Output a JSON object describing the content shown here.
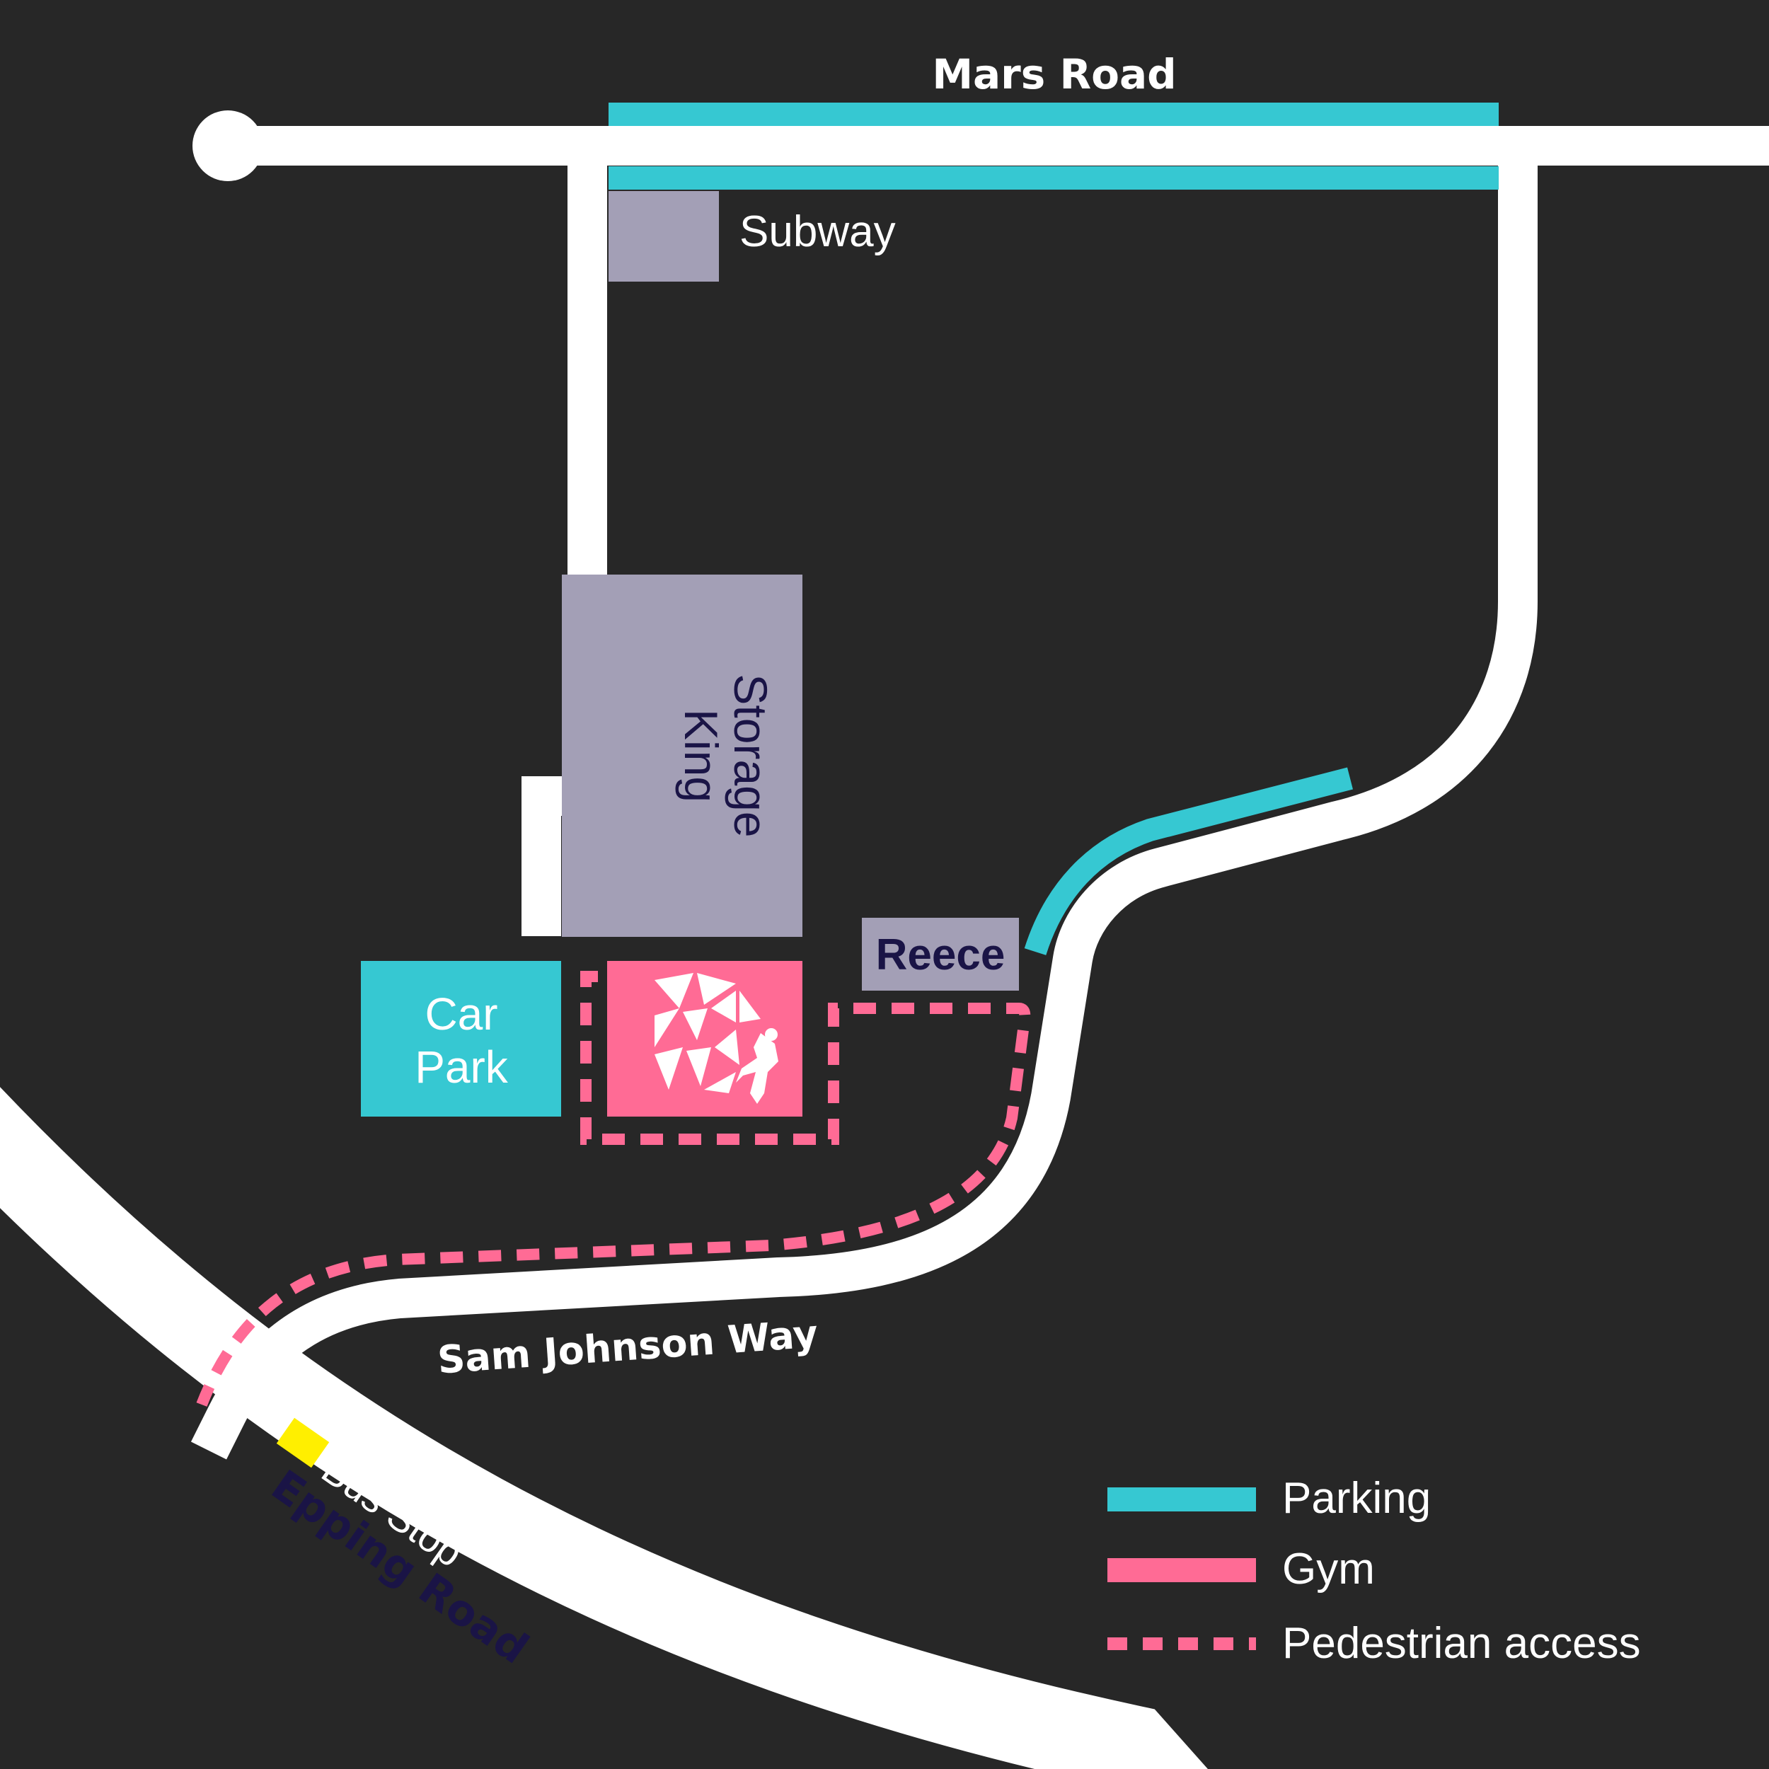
{
  "colors": {
    "background": "#272727",
    "road": "#ffffff",
    "parking": "#36c8d2",
    "gym": "#ff6b95",
    "building": "#a39fb6",
    "bus_stop": "#ffef00",
    "dark_text": "#1a1446",
    "light_text": "#ffffff"
  },
  "roads": {
    "mars_road": "Mars Road",
    "sam_johnson_way": "Sam Johnson Way",
    "epping_road": "Epping Road"
  },
  "places": {
    "subway": "Subway",
    "storage_king_line1": "Storage",
    "storage_king_line2": "King",
    "reece": "Reece",
    "car_park_line1": "Car",
    "car_park_line2": "Park",
    "bus_stop": "Bus Stop",
    "gym_logo_icon": "climbing-gym-logo-icon"
  },
  "legend": {
    "parking": "Parking",
    "gym": "Gym",
    "pedestrian": "Pedestrian access"
  }
}
